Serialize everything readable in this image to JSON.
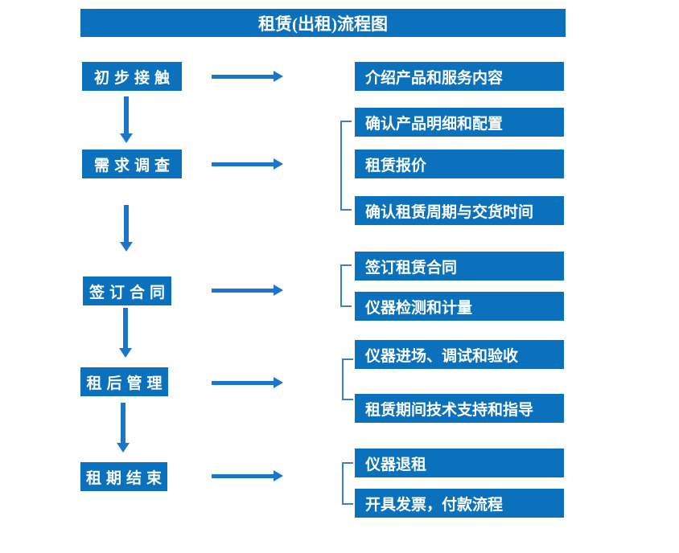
{
  "title": "租赁(出租)流程图",
  "colors": {
    "box_blue": "#0B71BC",
    "arrow_blue": "#1B75CB",
    "bracket_blue": "#4080C0",
    "text_white": "#FFFFFF",
    "background": "#FFFFFF"
  },
  "steps": [
    {
      "label": "初步接触",
      "details": [
        "介绍产品和服务内容"
      ]
    },
    {
      "label": "需求调查",
      "details": [
        "确认产品明细和配置",
        "租赁报价",
        "确认租赁周期与交货时间"
      ]
    },
    {
      "label": "签订合同",
      "details": [
        "签订租赁合同",
        "仪器检测和计量"
      ]
    },
    {
      "label": "租后管理",
      "details": [
        "仪器进场、调试和验收",
        "租赁期间技术支持和指导"
      ]
    },
    {
      "label": "租期结束",
      "details": [
        "仪器退租",
        "开具发票，付款流程"
      ]
    }
  ]
}
